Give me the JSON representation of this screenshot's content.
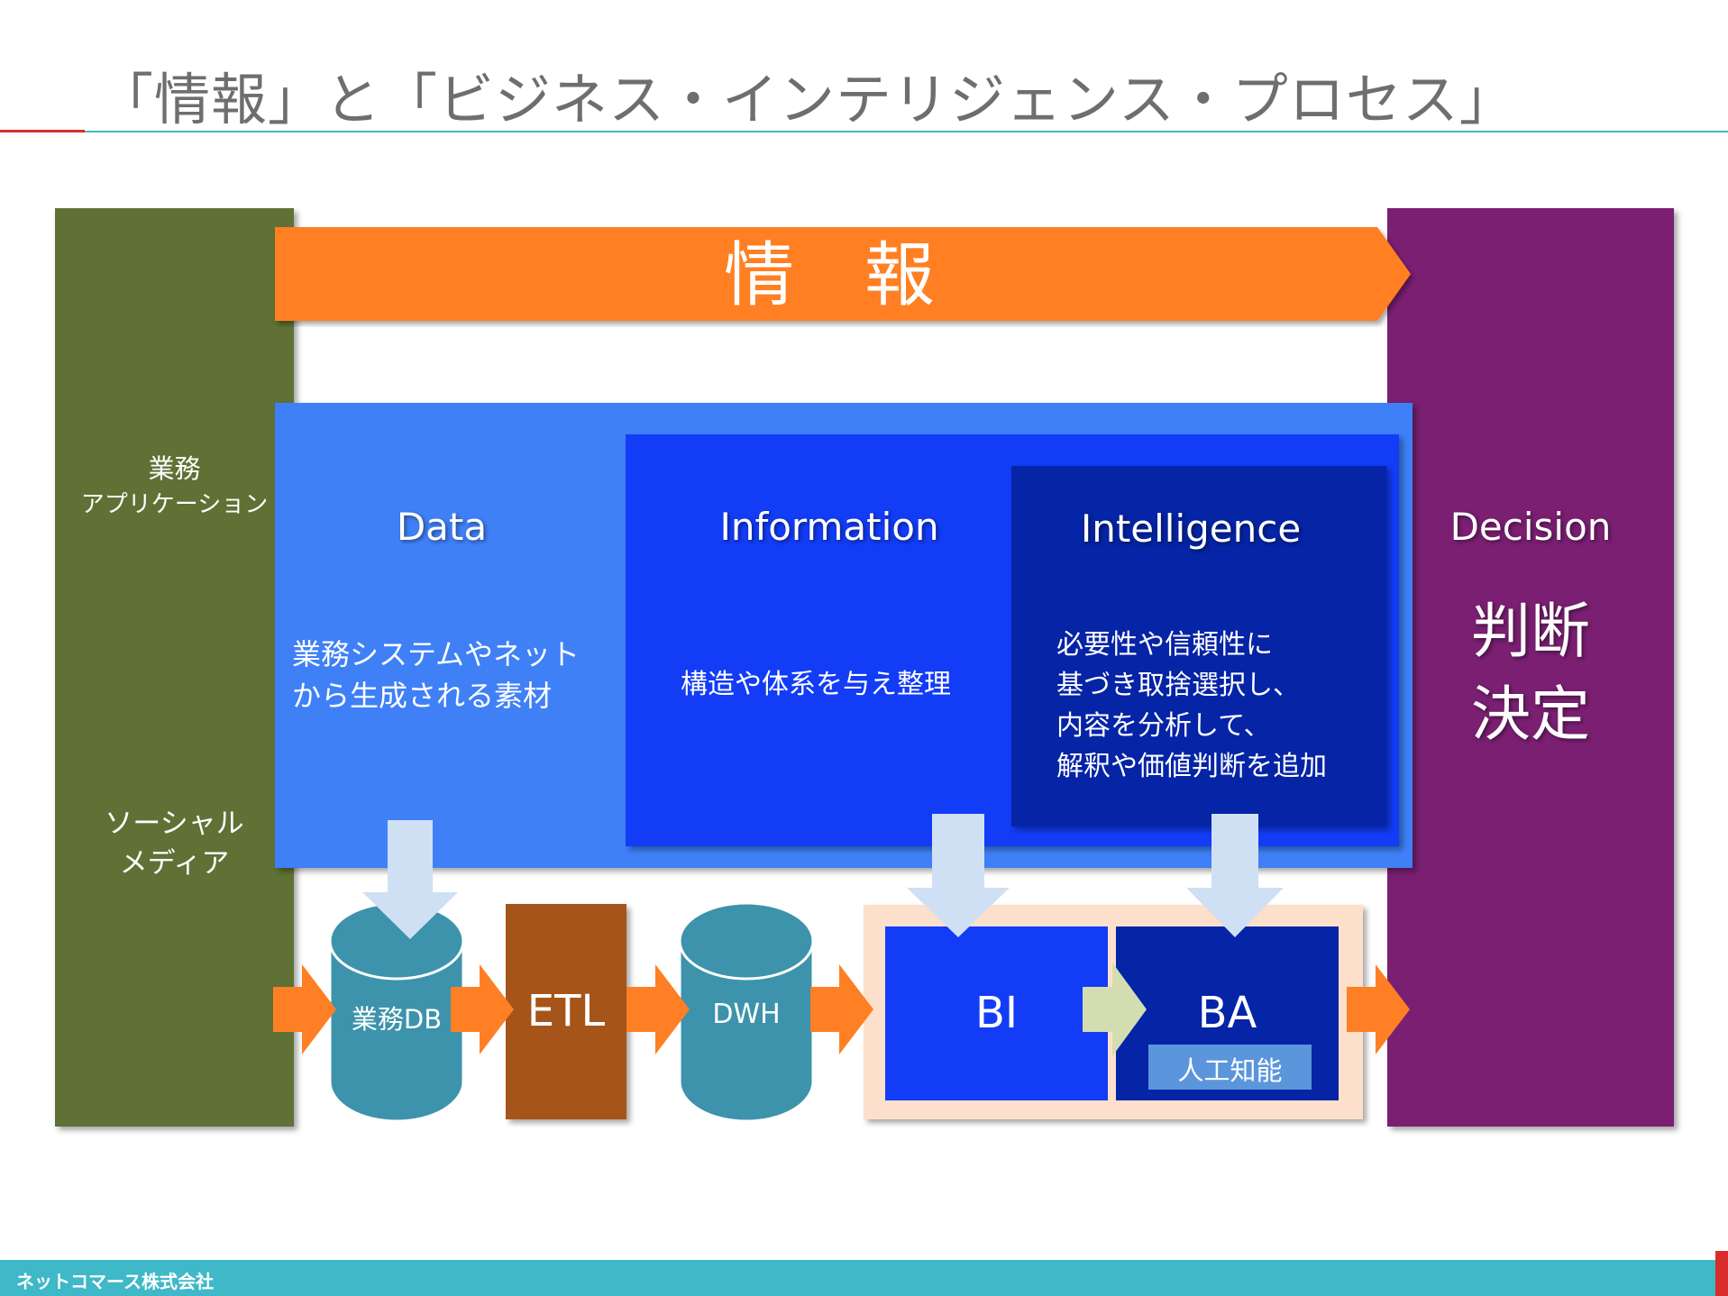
{
  "slide": {
    "title": "「情報」と「ビジネス・インテリジェンス・プロセス」"
  },
  "diagram": {
    "info_arrow_label": "情　報",
    "left_panel": {
      "item1_line1": "業務",
      "item1_line2": "アプリケーション",
      "item2_line1": "ソーシャル",
      "item2_line2": "メディア"
    },
    "data": {
      "heading": "Data",
      "desc_line1": "業務システムやネット",
      "desc_line2": "から生成される素材"
    },
    "information": {
      "heading": "Information",
      "desc": "構造や体系を与え整理"
    },
    "intelligence": {
      "heading": "Intelligence",
      "desc_line1": "必要性や信頼性に",
      "desc_line2": "基づき取捨選択し、",
      "desc_line3": "内容を分析して、",
      "desc_line4": "解釈や価値判断を追加"
    },
    "decision": {
      "heading": "Decision",
      "line1": "判断",
      "line2": "決定"
    },
    "pipeline": {
      "db_label": "業務DB",
      "etl_label": "ETL",
      "dwh_label": "DWH",
      "bi_label": "BI",
      "ba_label": "BA",
      "ai_label": "人工知能"
    },
    "colors": {
      "info_orange": "#ff7f24",
      "left_green": "#5f7135",
      "decision_purple": "#7a1f72",
      "data_blue": "#3f80f7",
      "information_blue": "#123cf6",
      "intelligence_navy": "#0524a6",
      "cylinder_teal": "#3d93ab",
      "etl_brown": "#a55519",
      "down_arrow": "#cfe0f4"
    }
  },
  "footer": {
    "company": "ネットコマース株式会社"
  }
}
